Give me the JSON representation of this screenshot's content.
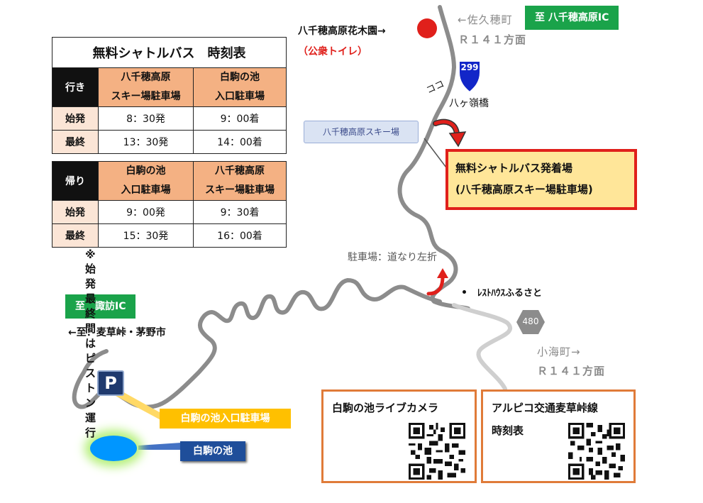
{
  "timetable": {
    "title": "無料シャトルバス　時刻表",
    "outbound": {
      "label": "行き",
      "col1": [
        "八千穂高原",
        "スキー場駐車場"
      ],
      "col2": [
        "白駒の池",
        "入口駐車場"
      ],
      "rows": [
        {
          "label": "始発",
          "depart": "8：30発",
          "arrive": "9：00着"
        },
        {
          "label": "最終",
          "depart": "13：30発",
          "arrive": "14：00着"
        }
      ]
    },
    "return": {
      "label": "帰り",
      "col1": [
        "白駒の池",
        "入口駐車場"
      ],
      "col2": [
        "八千穂高原",
        "スキー場駐車場"
      ],
      "rows": [
        {
          "label": "始発",
          "depart": "9：00発",
          "arrive": "9：30着"
        },
        {
          "label": "最終",
          "depart": "15：30発",
          "arrive": "16：00着"
        }
      ]
    },
    "note": "※始発最終間はピストン運行"
  },
  "map": {
    "flower_garden": "八千穂高原花木園→",
    "public_toilet": "（公衆トイレ）",
    "saku_ho": "←佐久穂町",
    "r141_north": "Ｒ１４１方面",
    "to_ic_north": "至 八千穂高原IC",
    "route_299": "299",
    "hachigamine_bridge": "八ヶ嶺橋",
    "koko": "ココ",
    "ski_resort": "八千穂高原スキー場",
    "shuttle_stop_line1": "無料シャトルバス発着場",
    "shuttle_stop_line2": "(八千穂高原スキー場駐車場)",
    "parking_directions": "駐車場：道なり左折",
    "rest_house": "ﾚｽﾄﾊｳｽふるさと",
    "route_480": "480",
    "koumi": "小海町→",
    "r141_south": "Ｒ１４１方面",
    "to_ic_west": "至　諏訪IC",
    "mugikusa": "←至：麦草峠・茅野市",
    "parking_icon": "P",
    "shirakoma_parking": "白駒の池入口駐車場",
    "shirakoma_pond": "白駒の池"
  },
  "qr_cards": [
    {
      "title": "白駒の池ライブカメラ",
      "subtitle": ""
    },
    {
      "title": "アルピコ交通麦草峠線",
      "subtitle": "時刻表"
    }
  ],
  "colors": {
    "accent_red": "#e0201b",
    "green": "#1aa34a",
    "orange_border": "#e07b39",
    "table_orange": "#f4b183",
    "road_gray": "#8a8a8a",
    "route_blue": "#1226c8",
    "pond_blue": "#0096ff",
    "highlight_yellow": "#ffd966"
  }
}
